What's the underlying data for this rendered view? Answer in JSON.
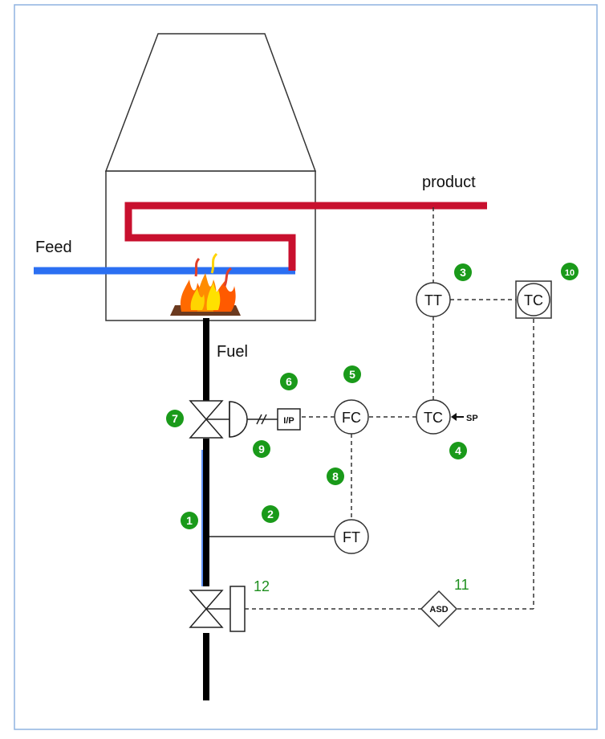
{
  "labels": {
    "feed": "Feed",
    "product": "product",
    "fuel": "Fuel",
    "sp": "SP"
  },
  "instruments": {
    "tt": "TT",
    "tc_main": "TC",
    "tc_supervisory": "TC",
    "fc": "FC",
    "ft": "FT",
    "ip": "I/P",
    "asd": "ASD"
  },
  "markers": {
    "m1": "1",
    "m2": "2",
    "m3": "3",
    "m4": "4",
    "m5": "5",
    "m6": "6",
    "m7": "7",
    "m8": "8",
    "m9": "9",
    "m10": "10",
    "m11": "11",
    "m12": "12"
  },
  "colors": {
    "feed_line": "#2b6ff2",
    "product_line": "#c8102e",
    "marker_badge": "#1a9a1a",
    "frame_border": "#8fb4e0"
  }
}
